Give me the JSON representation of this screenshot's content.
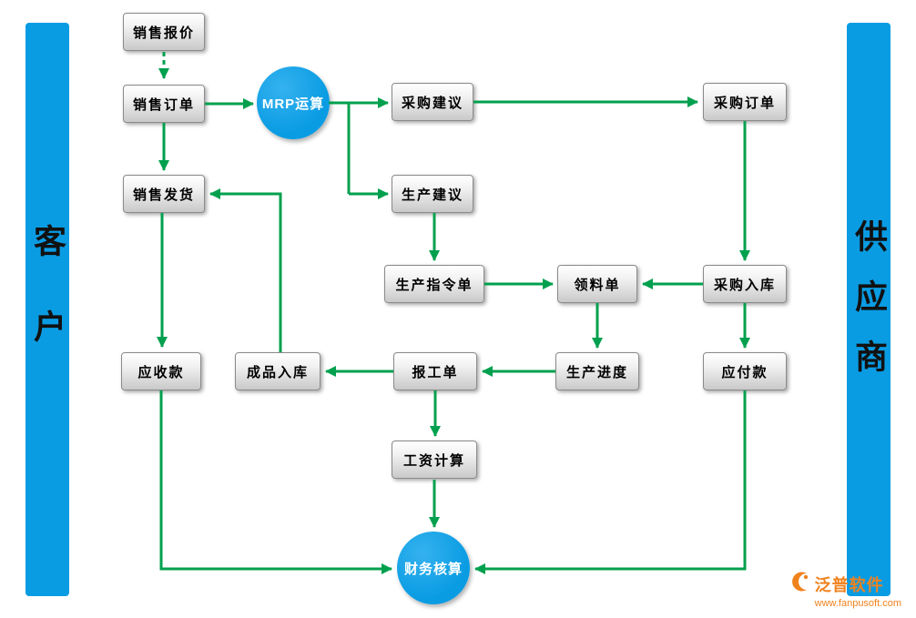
{
  "colors": {
    "bar_blue": "#0a9ce3",
    "arrow_green": "#00a04e",
    "watermark_orange": "#f0821e"
  },
  "bars": {
    "left": "客户",
    "right": "供应商"
  },
  "nodes": {
    "sales_quote": "销售报价",
    "sales_order": "销售订单",
    "mrp": "MRP运算",
    "sales_delivery": "销售发货",
    "accounts_receivable": "应收款",
    "finished_goods_in": "成品入库",
    "purchase_suggestion": "采购建议",
    "purchase_order": "采购订单",
    "production_suggestion": "生产建议",
    "production_instruction": "生产指令单",
    "material_requisition": "领料单",
    "purchase_in": "采购入库",
    "production_progress": "生产进度",
    "accounts_payable": "应付款",
    "work_report": "报工单",
    "salary_calculation": "工资计算",
    "finance": "财务核算"
  },
  "edges": [
    {
      "from": "sales_quote",
      "to": "sales_order",
      "style": "dashed"
    },
    {
      "from": "sales_order",
      "to": "mrp",
      "style": "solid"
    },
    {
      "from": "sales_order",
      "to": "sales_delivery",
      "style": "solid"
    },
    {
      "from": "sales_delivery",
      "to": "accounts_receivable",
      "style": "solid"
    },
    {
      "from": "mrp",
      "to": "purchase_suggestion",
      "style": "solid"
    },
    {
      "from": "mrp",
      "to": "production_suggestion",
      "style": "solid"
    },
    {
      "from": "purchase_suggestion",
      "to": "purchase_order",
      "style": "solid"
    },
    {
      "from": "purchase_order",
      "to": "purchase_in",
      "style": "solid"
    },
    {
      "from": "production_suggestion",
      "to": "production_instruction",
      "style": "solid"
    },
    {
      "from": "production_instruction",
      "to": "material_requisition",
      "style": "solid"
    },
    {
      "from": "purchase_in",
      "to": "material_requisition",
      "style": "solid"
    },
    {
      "from": "material_requisition",
      "to": "production_progress",
      "style": "solid"
    },
    {
      "from": "purchase_in",
      "to": "accounts_payable",
      "style": "solid"
    },
    {
      "from": "production_progress",
      "to": "work_report",
      "style": "solid"
    },
    {
      "from": "work_report",
      "to": "finished_goods_in",
      "style": "solid"
    },
    {
      "from": "finished_goods_in",
      "to": "sales_delivery",
      "style": "solid"
    },
    {
      "from": "work_report",
      "to": "salary_calculation",
      "style": "solid"
    },
    {
      "from": "salary_calculation",
      "to": "finance",
      "style": "solid"
    },
    {
      "from": "accounts_receivable",
      "to": "finance",
      "style": "solid"
    },
    {
      "from": "accounts_payable",
      "to": "finance",
      "style": "solid"
    }
  ],
  "watermark": {
    "brand": "泛普软件",
    "url": "www.fanpusoft.com"
  }
}
